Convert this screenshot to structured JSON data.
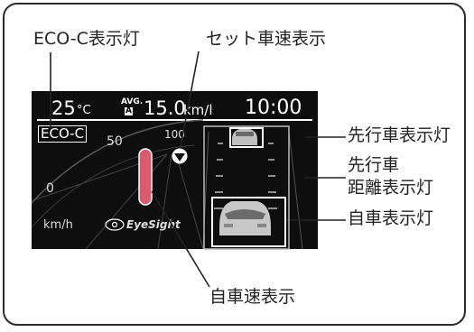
{
  "callouts": {
    "eco_lamp": "ECO-C表示灯",
    "set_speed": "セット車速表示",
    "lead_vehicle": "先行車表示灯",
    "following_distance_line1": "先行車",
    "following_distance_line2": "距離表示灯",
    "own_vehicle": "自車表示灯",
    "own_speed": "自車速表示"
  },
  "display": {
    "temperature": "25",
    "temperature_unit": "°C",
    "avg_label": "AVG.",
    "avg_sub": "A",
    "fuel_economy": "15.0",
    "fuel_unit": "km/l",
    "clock": "10:00",
    "eco_badge": "ECO-C",
    "scale_50": "50",
    "scale_100": "100",
    "scale_0": "0",
    "speed_unit": "km/h",
    "brand": "EyeSight"
  },
  "colors": {
    "speed_needle": "#d95b6e",
    "display_bg": "#0e0e0e",
    "frame": "#2b2b2b"
  }
}
